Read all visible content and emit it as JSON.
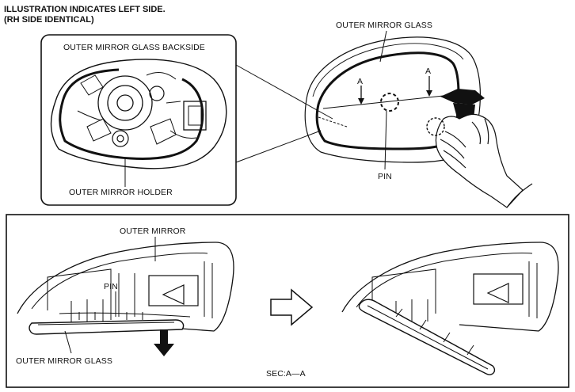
{
  "header": {
    "line1": "ILLUSTRATION INDICATES LEFT SIDE.",
    "line2": "(RH SIDE IDENTICAL)"
  },
  "top_panel": {
    "inset_title": "OUTER MIRROR GLASS BACKSIDE",
    "inset_holder_label": "OUTER MIRROR HOLDER",
    "glass_label": "OUTER MIRROR GLASS",
    "section_mark_left": "A",
    "section_mark_right": "A",
    "pin_label": "PIN"
  },
  "bottom_panel": {
    "outer_mirror_label": "OUTER MIRROR",
    "pin_label": "PIN",
    "glass_label": "OUTER MIRROR GLASS",
    "section_label": "SEC:A—A"
  },
  "icons": {
    "hollow_arrow": "hollow-right-arrow-icon",
    "down_arrow": "solid-down-arrow-icon"
  }
}
